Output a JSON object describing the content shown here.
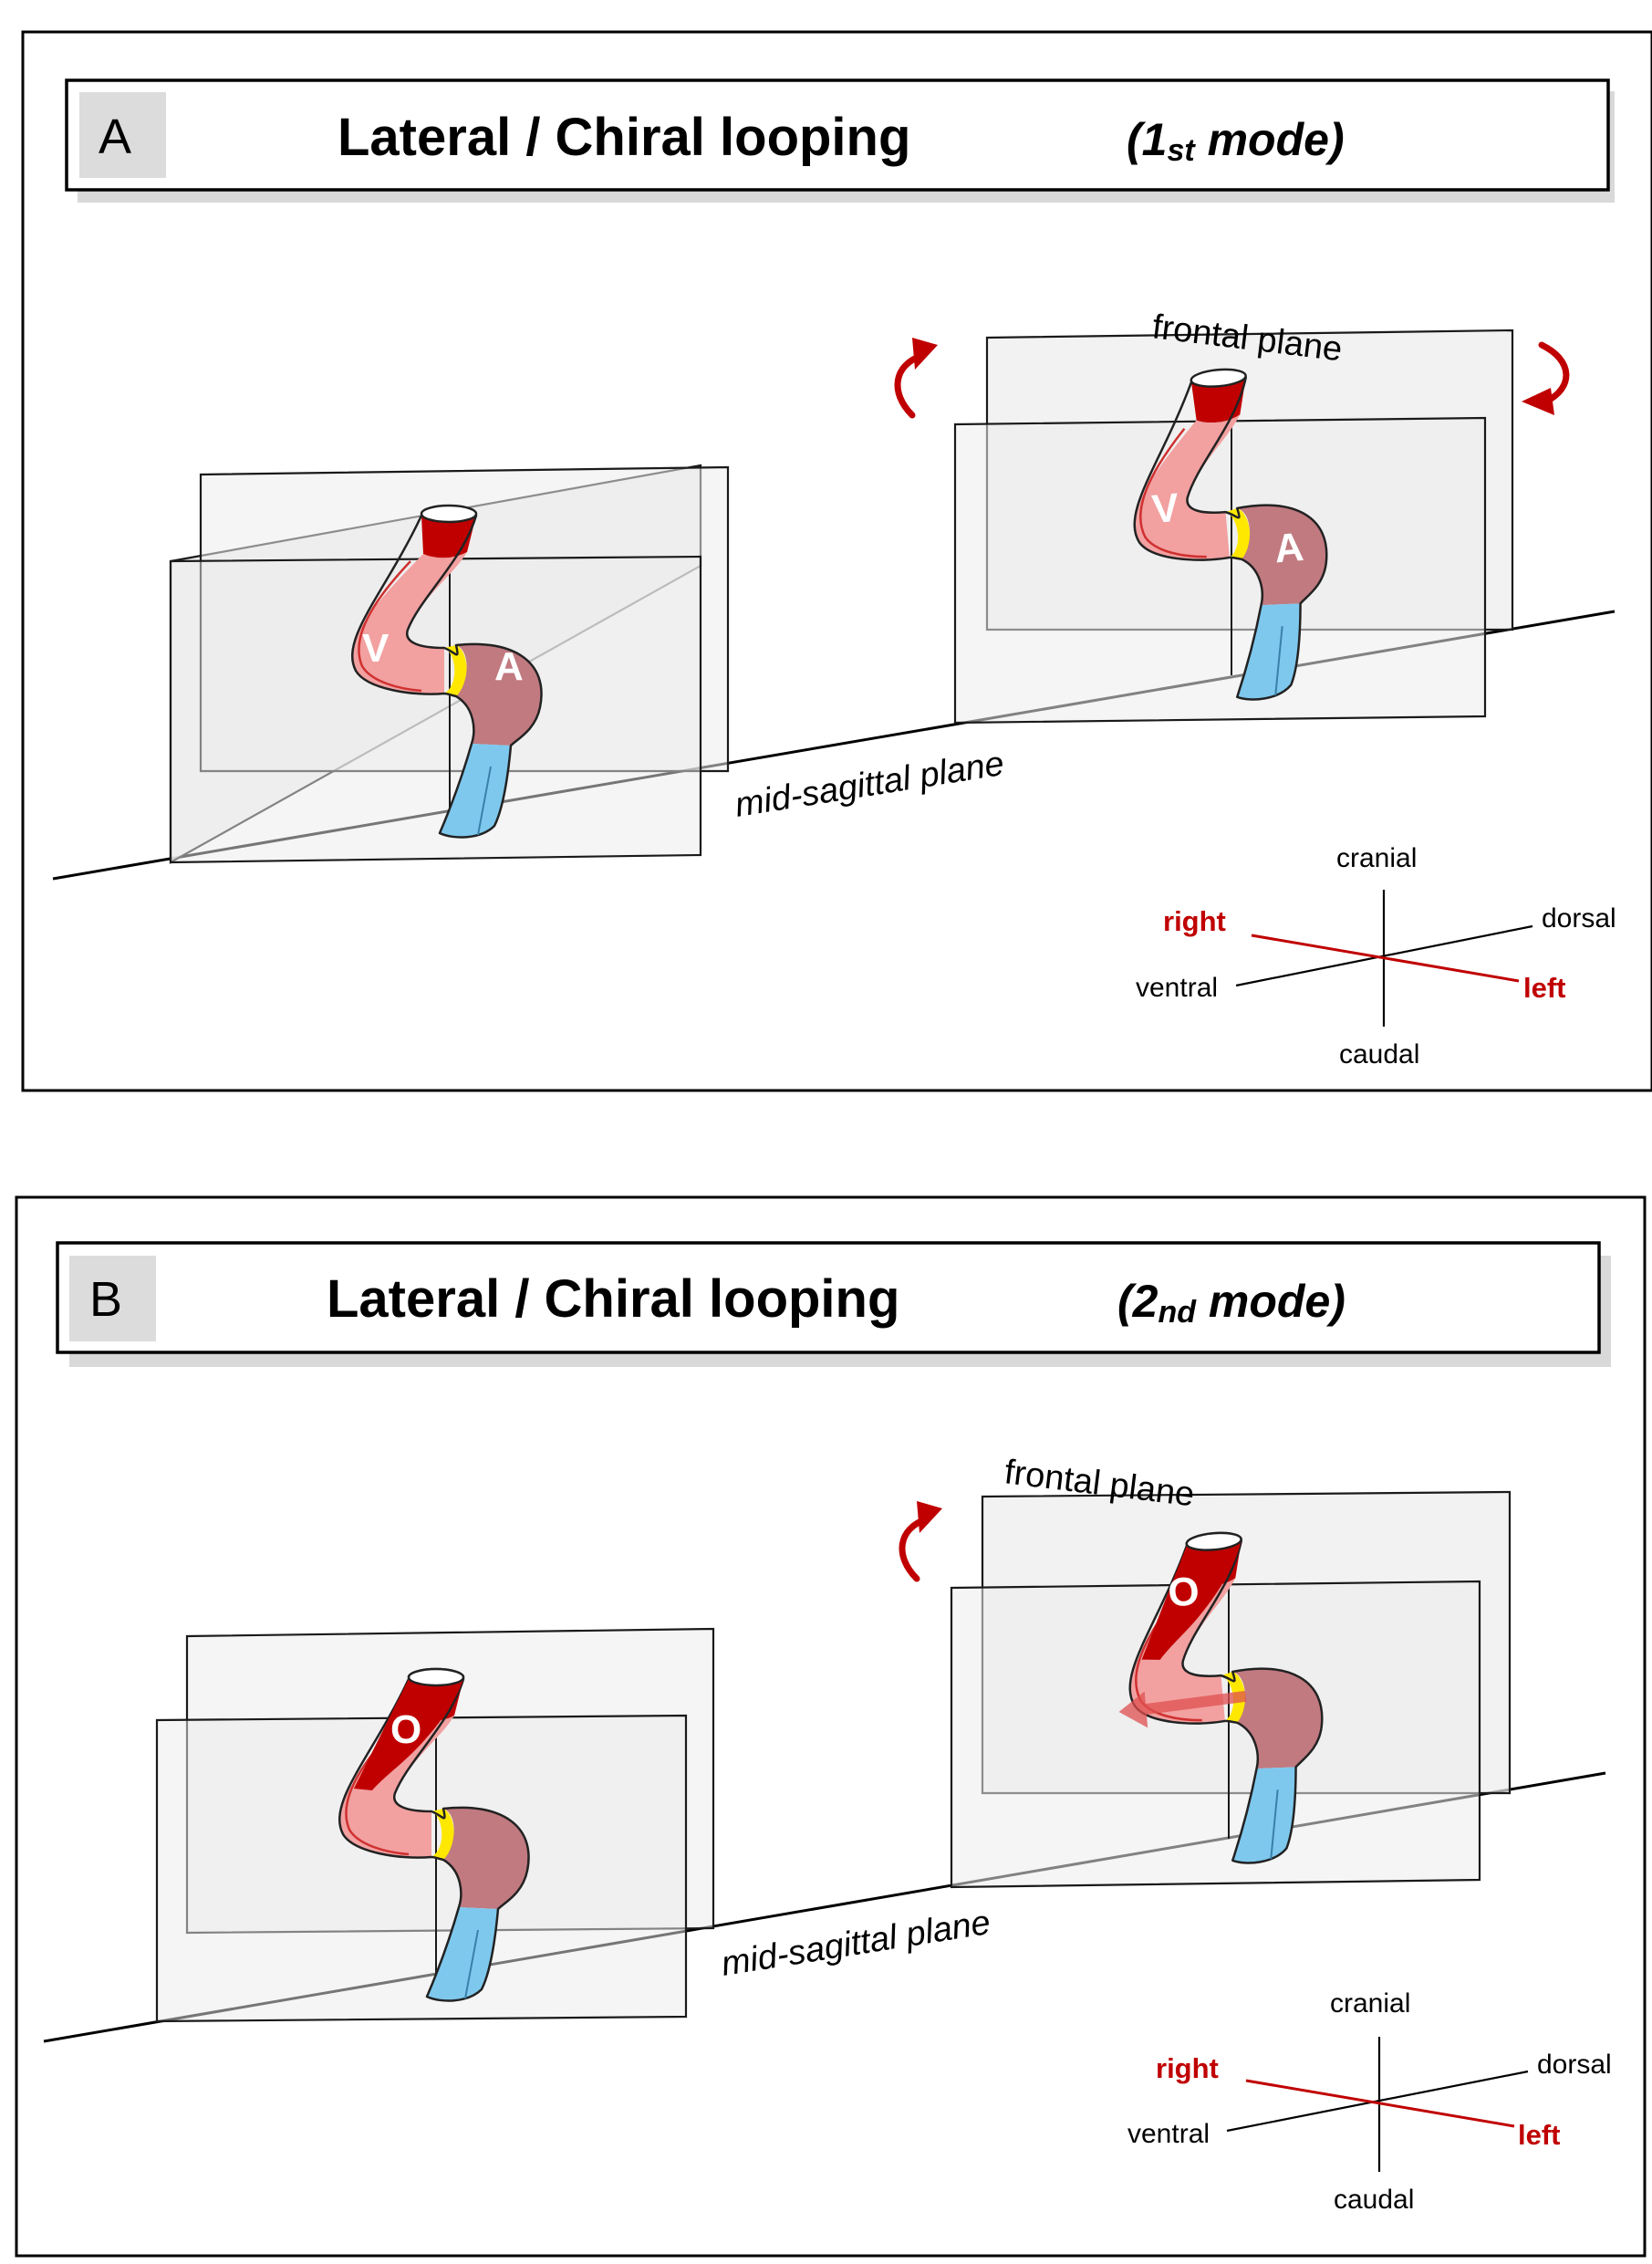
{
  "colors": {
    "outflow_dark_red": "#c00000",
    "ventricle_pink": "#f2a0a0",
    "atrium_mauve": "#c07a80",
    "inflow_blue": "#7ec8ee",
    "junction_yellow": "#ffe800",
    "plane_grey": "#ececec",
    "anatomical_red_text": "#c00000"
  },
  "panels": [
    {
      "letter": "A",
      "title": "Lateral / Chiral looping",
      "mode_prefix": "(",
      "mode_number": "1",
      "mode_suffix_sup": "st",
      "mode_word": " mode)",
      "left_heart": {
        "labels": [
          "V",
          "A"
        ]
      },
      "right_heart": {
        "labels": [
          "V",
          "A"
        ]
      },
      "frontal_plane_label": "frontal plane",
      "mid_sagittal_label": "mid-sagittal plane",
      "rotation_arrows": [
        "counter-rotation-left-arrow-icon",
        "rotation-right-arrow-icon"
      ],
      "orientation": {
        "cranial": "cranial",
        "caudal": "caudal",
        "dorsal": "dorsal",
        "ventral": "ventral",
        "right": "right",
        "left": "left"
      }
    },
    {
      "letter": "B",
      "title": "Lateral / Chiral looping",
      "mode_prefix": "(",
      "mode_number": "2",
      "mode_suffix_sup": "nd",
      "mode_word": " mode)",
      "left_heart": {
        "labels": [
          "O"
        ]
      },
      "right_heart": {
        "labels": [
          "O"
        ]
      },
      "frontal_plane_label": "frontal plane",
      "mid_sagittal_label": "mid-sagittal plane",
      "rotation_arrows": [
        "counter-rotation-left-arrow-icon"
      ],
      "orientation": {
        "cranial": "cranial",
        "caudal": "caudal",
        "dorsal": "dorsal",
        "ventral": "ventral",
        "right": "right",
        "left": "left"
      }
    }
  ]
}
